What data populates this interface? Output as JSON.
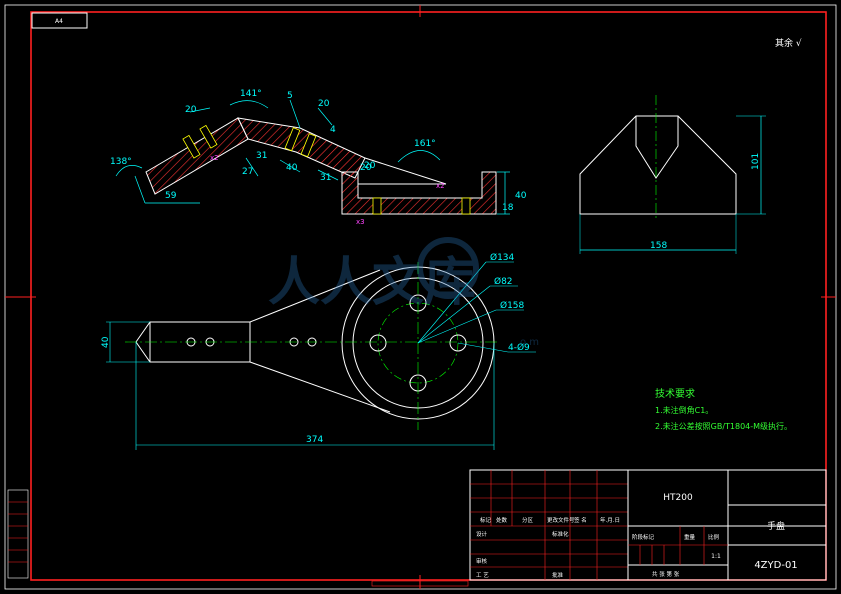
{
  "sheet": {
    "format_tag": "A4",
    "roughness": "其余 √",
    "watermark_text": "人人文库",
    "watermark_url": "o m"
  },
  "top_view": {
    "dims": [
      "20",
      "138°",
      "141°",
      "5",
      "20",
      "4",
      "20",
      "31",
      "27",
      "40",
      "31",
      "20",
      "161°",
      "40",
      "18",
      "59",
      "x2",
      "x2",
      "x3"
    ]
  },
  "side_view": {
    "dims": [
      "101",
      "158"
    ]
  },
  "plan_view": {
    "dims": [
      "40",
      "Ø134",
      "Ø82",
      "Ø158",
      "4-Ø9",
      "374"
    ]
  },
  "tech_requirements": {
    "title": "技术要求",
    "items": [
      "1.未注倒角C1。",
      "2.未注公差按照GB/T1804-M级执行。"
    ]
  },
  "title_block": {
    "material": "HT200",
    "part_name": "手盘",
    "drawing_no": "4ZYD-01",
    "scale": "1:1",
    "labels": {
      "mark": "标记",
      "count": "处数",
      "zone": "分区",
      "change_doc": "更改文件号",
      "sign": "签 名",
      "date": "年.月.日",
      "design": "设计",
      "standardize": "标准化",
      "stage_mark": "阶段标记",
      "weight": "重量",
      "scale": "比例",
      "review": "审核",
      "process": "工 艺",
      "approve": "批准",
      "sheet_info": "共  张  第  张"
    }
  }
}
